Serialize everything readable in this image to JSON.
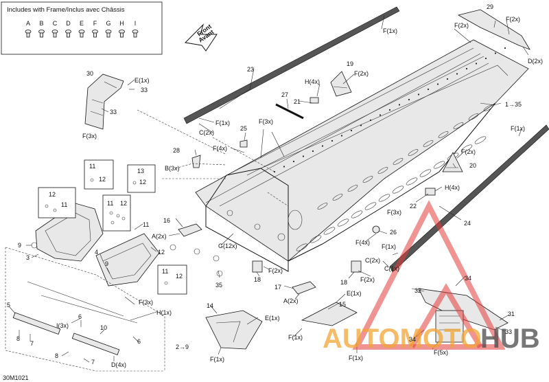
{
  "includes_box": {
    "title": "Includes with Frame/Inclus avec Châssis",
    "letters": [
      "A",
      "B",
      "C",
      "D",
      "E",
      "F",
      "G",
      "H",
      "I"
    ]
  },
  "front_arrow": {
    "line1": "Front",
    "line2": "Avant"
  },
  "drawing_code": "30M1021",
  "watermark": {
    "part1": "AUTOMOTO",
    "part2": "HUB"
  },
  "labels": {
    "n3": "3",
    "n4": "4",
    "n5": "5",
    "n6": "6",
    "n7": "7",
    "n8": "8",
    "n9": "9",
    "n10": "10",
    "n11": "11",
    "n12": "12",
    "n13": "13",
    "n14": "14",
    "n15": "15",
    "n16": "16",
    "n17": "17",
    "n18": "18",
    "n19": "19",
    "n20": "20",
    "n21": "21",
    "n22": "22",
    "n23": "23",
    "n24": "24",
    "n25": "25",
    "n26": "26",
    "n27": "27",
    "n28": "28",
    "n29": "29",
    "n30": "30",
    "n31": "31",
    "n32": "32",
    "n33": "33",
    "n34": "34",
    "n35": "35",
    "ref_1_35": "1→35",
    "ref_2_9": "2→9",
    "A2x": "A(2x)",
    "B3x": "B(3x)",
    "C1x": "C(1x)",
    "C2x": "C(2x)",
    "D2x": "D(2x)",
    "D4x": "D(4x)",
    "E1x": "E(1x)",
    "F1x": "F(1x)",
    "F2x": "F(2x)",
    "F3x": "F(3x)",
    "F4x": "F(4x)",
    "F5x": "F(5x)",
    "G12x": "G(12x)",
    "H1x": "H(1x)",
    "H4x": "H(4x)",
    "I3x": "I(3x)"
  }
}
